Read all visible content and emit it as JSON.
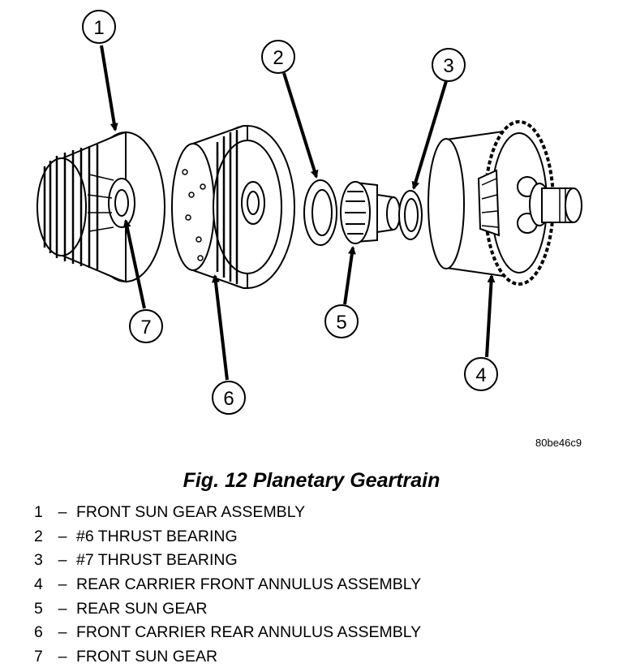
{
  "diagram": {
    "callouts": [
      "1",
      "2",
      "3",
      "4",
      "5",
      "6",
      "7"
    ],
    "figure_code": "80be46c9"
  },
  "caption": "Fig. 12 Planetary Geartrain",
  "legend": [
    {
      "num": "1",
      "dash": "–",
      "text": "FRONT SUN GEAR ASSEMBLY"
    },
    {
      "num": "2",
      "dash": "–",
      "text": "#6 THRUST BEARING"
    },
    {
      "num": "3",
      "dash": "–",
      "text": "#7 THRUST BEARING"
    },
    {
      "num": "4",
      "dash": "–",
      "text": "REAR CARRIER FRONT ANNULUS ASSEMBLY"
    },
    {
      "num": "5",
      "dash": "–",
      "text": "REAR SUN GEAR"
    },
    {
      "num": "6",
      "dash": "–",
      "text": "FRONT CARRIER REAR ANNULUS ASSEMBLY"
    },
    {
      "num": "7",
      "dash": "–",
      "text": "FRONT SUN GEAR"
    }
  ]
}
